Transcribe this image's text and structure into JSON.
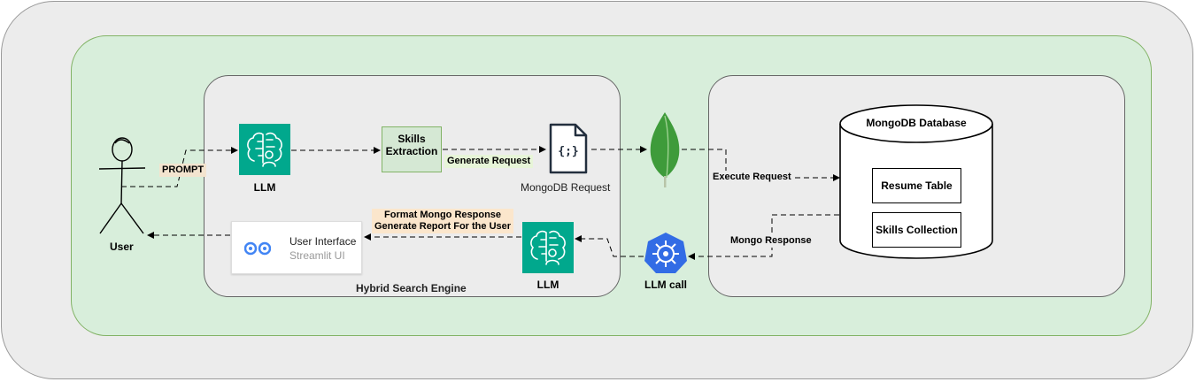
{
  "user": {
    "label": "User"
  },
  "prompt": {
    "label": "PROMPT"
  },
  "llm_top": {
    "label": "LLM"
  },
  "llm_bottom": {
    "label": "LLM"
  },
  "skills": {
    "line1": "Skills",
    "line2": "Extraction"
  },
  "generate_request": {
    "label": "Generate Request"
  },
  "mongodb_request": {
    "label": "MongoDB Request",
    "glyph": "{;}"
  },
  "execute_request": {
    "label": "Execute Request"
  },
  "database": {
    "title": "MongoDB Database",
    "items": [
      "Resume Table",
      "Skills Collection"
    ]
  },
  "mongo_response": {
    "label": "Mongo Response"
  },
  "llm_call": {
    "label": "LLM call"
  },
  "format_tag": {
    "line1": "Format Mongo Response",
    "line2": "Generate Report For the User"
  },
  "ui_card": {
    "title": "User Interface",
    "subtitle": "Streamlit UI"
  },
  "engine": {
    "label": "Hybrid Search Engine"
  },
  "colors": {
    "llm": "#01a88d",
    "outer_bg": "#ececec",
    "inner_bg": "#d8eedb",
    "mongo_leaf": "#3e9b3a",
    "k8s": "#326ce5"
  },
  "icons": [
    "user-stick-figure-icon",
    "llm-brain-icon",
    "mongodb-file-icon",
    "mongodb-leaf-icon",
    "llm-call-hexagon-icon",
    "streamlit-icon"
  ]
}
